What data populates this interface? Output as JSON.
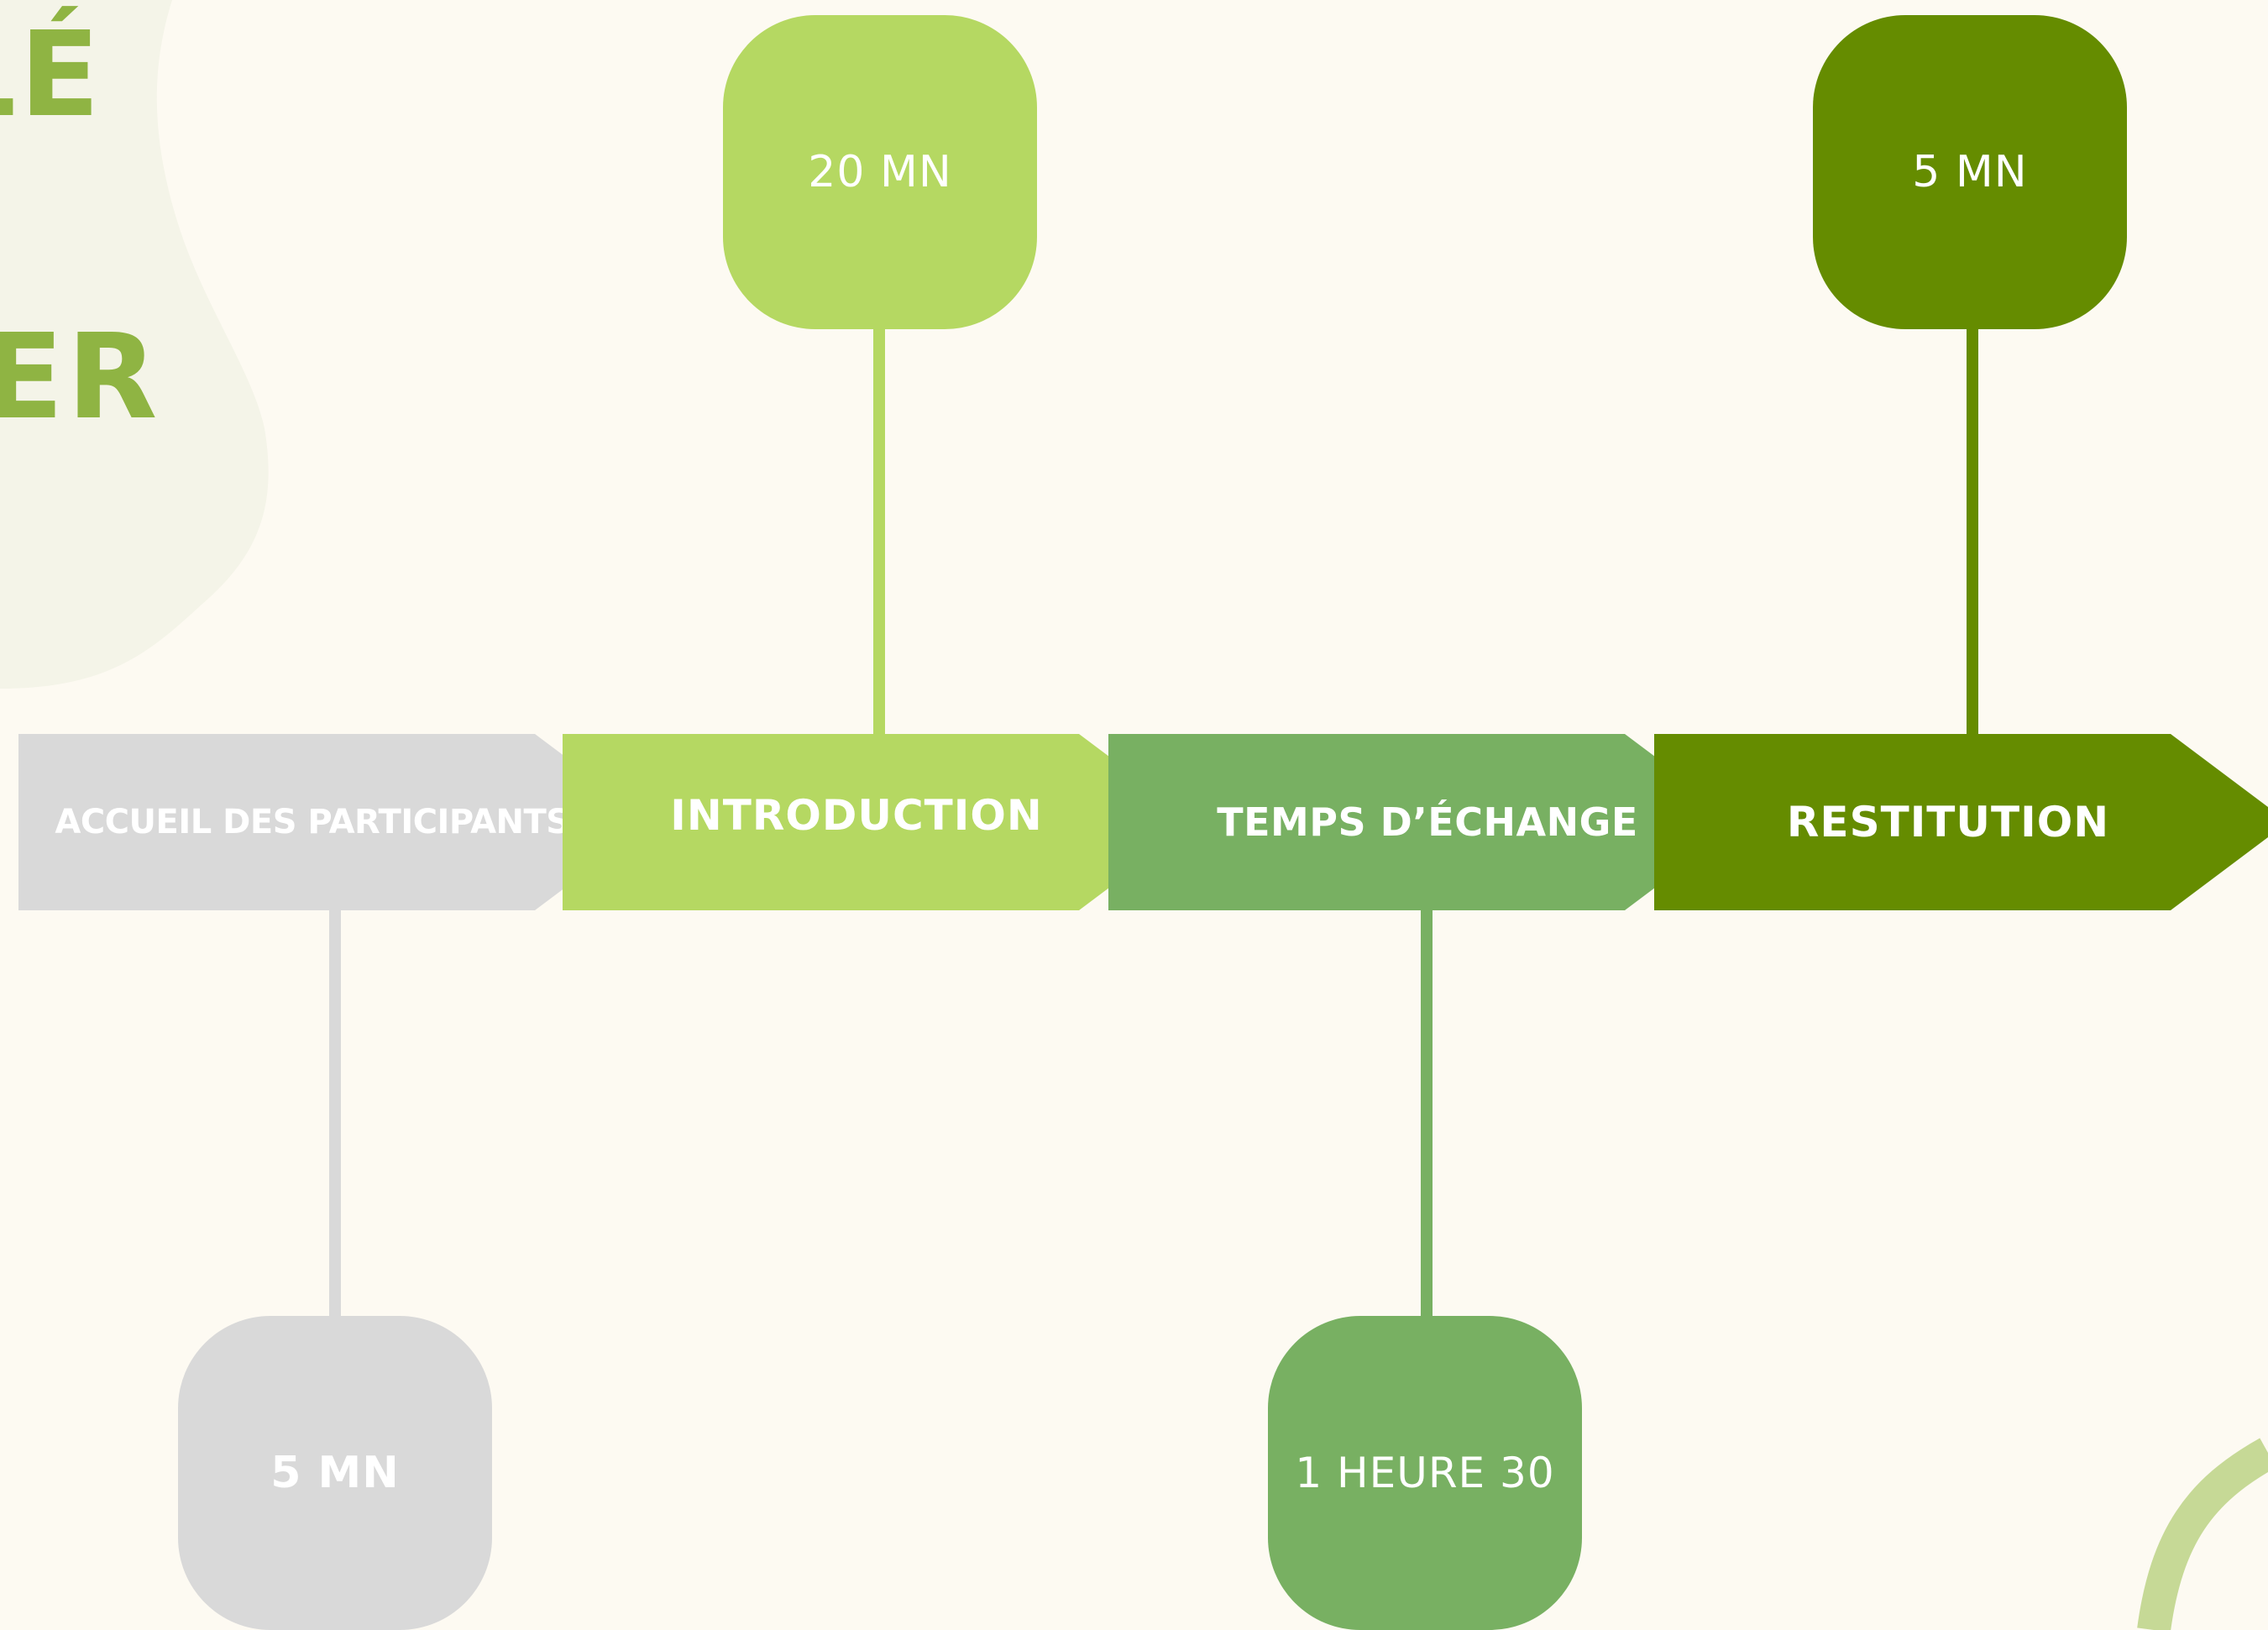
{
  "title": {
    "line1": "LÉ",
    "line2": "ER"
  },
  "colors": {
    "background": "#fdfaf2",
    "blob": "#f4f4e8",
    "title": "#8fb443",
    "gray": "#d9d9d9",
    "light_green": "#b5d862",
    "medium_green": "#78b062",
    "dark_green": "#658c00",
    "ring": "#c6d996"
  },
  "steps": [
    {
      "label": "ACCUEIL DES PARTICIPANTS",
      "duration": "5 MN",
      "color": "#d9d9d9",
      "duration_position": "below"
    },
    {
      "label": "INTRODUCTION",
      "duration": "20 MN",
      "color": "#b5d862",
      "duration_position": "above"
    },
    {
      "label": "TEMPS D’ÉCHANGE",
      "duration": "1 HEURE 30",
      "color": "#78b062",
      "duration_position": "below"
    },
    {
      "label": "RESTITUTION",
      "duration": "5 MN",
      "color": "#658c00",
      "duration_position": "above"
    }
  ]
}
